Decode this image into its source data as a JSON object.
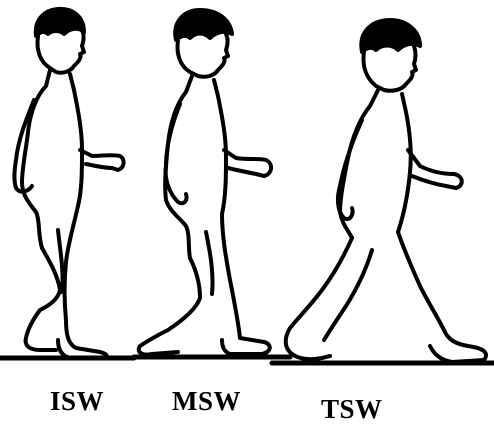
{
  "labels": {
    "isw": "ISW",
    "msw": "MSW",
    "tsw": "TSW"
  },
  "colors": {
    "ink": "#000000",
    "paper": "#ffffff"
  }
}
